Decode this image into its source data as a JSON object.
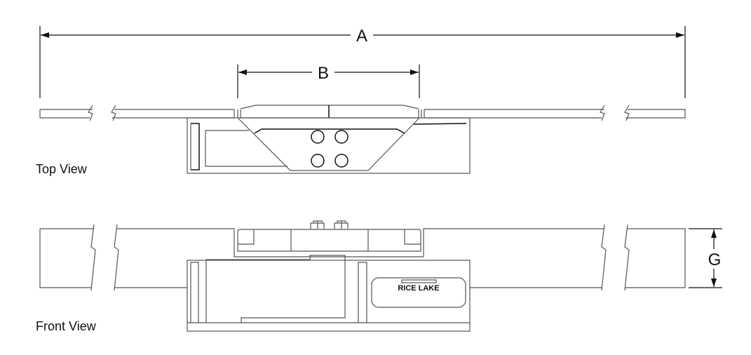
{
  "dimensions": {
    "a": "A",
    "b": "B",
    "g": "G"
  },
  "views": {
    "top": "Top View",
    "front": "Front View"
  },
  "brand_label": "RICE LAKE"
}
